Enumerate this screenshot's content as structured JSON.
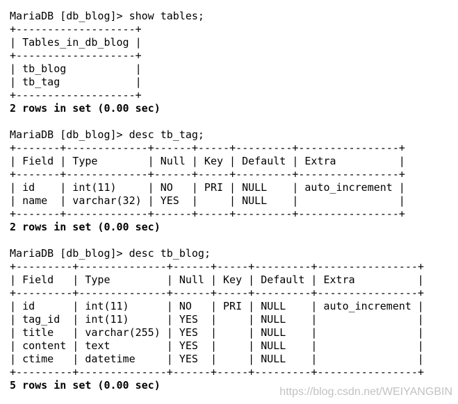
{
  "terminal": {
    "blocks": [
      {
        "prompt": "MariaDB [db_blog]>",
        "command": "show tables;",
        "columns": [
          "Tables_in_db_blog"
        ],
        "rows": [
          [
            "tb_blog"
          ],
          [
            "tb_tag"
          ]
        ],
        "summary": "2 rows in set (0.00 sec)"
      },
      {
        "prompt": "MariaDB [db_blog]>",
        "command": "desc tb_tag;",
        "columns": [
          "Field",
          "Type",
          "Null",
          "Key",
          "Default",
          "Extra"
        ],
        "rows": [
          [
            "id",
            "int(11)",
            "NO",
            "PRI",
            "NULL",
            "auto_increment"
          ],
          [
            "name",
            "varchar(32)",
            "YES",
            "",
            "NULL",
            ""
          ]
        ],
        "summary": "2 rows in set (0.00 sec)"
      },
      {
        "prompt": "MariaDB [db_blog]>",
        "command": "desc tb_blog;",
        "columns": [
          "Field",
          "Type",
          "Null",
          "Key",
          "Default",
          "Extra"
        ],
        "rows": [
          [
            "id",
            "int(11)",
            "NO",
            "PRI",
            "NULL",
            "auto_increment"
          ],
          [
            "tag_id",
            "int(11)",
            "YES",
            "",
            "NULL",
            ""
          ],
          [
            "title",
            "varchar(255)",
            "YES",
            "",
            "NULL",
            ""
          ],
          [
            "content",
            "text",
            "YES",
            "",
            "NULL",
            ""
          ],
          [
            "ctime",
            "datetime",
            "YES",
            "",
            "NULL",
            ""
          ]
        ],
        "summary": "5 rows in set (0.00 sec)"
      }
    ]
  },
  "watermark": "https://blog.csdn.net/WEIYANGBIN",
  "colors": {
    "background": "#ffffff",
    "text": "#000000",
    "watermark": "#c2c2c2"
  }
}
